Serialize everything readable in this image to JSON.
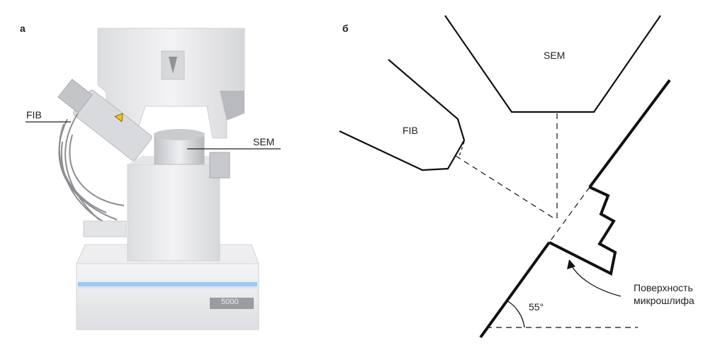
{
  "panel_a": {
    "letter": "а",
    "label_fib": "FIB",
    "label_sem": "SEM",
    "model_badge": "5000"
  },
  "panel_b": {
    "letter": "б",
    "label_sem": "SEM",
    "label_fib": "FIB",
    "angle": "55°",
    "surface_line1": "Поверхность",
    "surface_line2": "микрошлифа"
  },
  "colors": {
    "machine_body": "#e9e9eb",
    "machine_shadow": "#cfd0d3",
    "accent_blue": "#7fb4e6",
    "line": "#111111"
  }
}
